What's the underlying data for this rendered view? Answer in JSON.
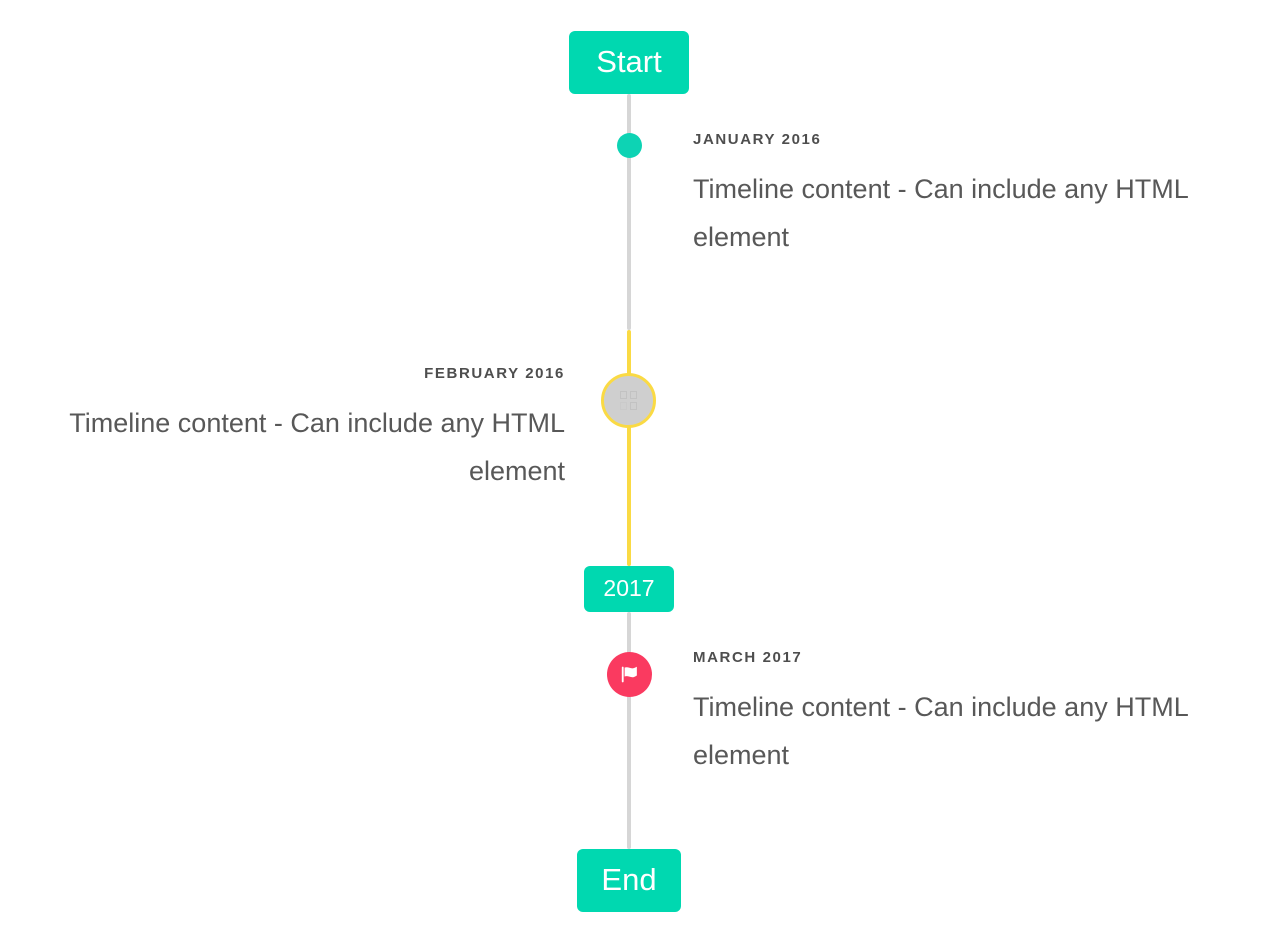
{
  "timeline": {
    "start_label": "Start",
    "end_label": "End",
    "year_label": "2017",
    "colors": {
      "accent_teal": "#00d8b0",
      "marker_dot_teal": "#0dd3b4",
      "highlight_yellow": "#fada44",
      "flag_pink": "#fa3a60",
      "line_gray": "#d6d6d6",
      "marker_gray": "#cfcfcf",
      "date_text": "#4e4e4e",
      "body_text": "#585858"
    },
    "entries": [
      {
        "date": "JANUARY 2016",
        "content": "Timeline content - Can include any HTML element",
        "side": "right",
        "marker": "dot-icon"
      },
      {
        "date": "FEBRUARY 2016",
        "content": "Timeline content - Can include any HTML element",
        "side": "left",
        "marker": "placeholder-glyph-icon"
      },
      {
        "date": "MARCH 2017",
        "content": "Timeline content - Can include any HTML element",
        "side": "right",
        "marker": "flag-icon"
      }
    ]
  }
}
